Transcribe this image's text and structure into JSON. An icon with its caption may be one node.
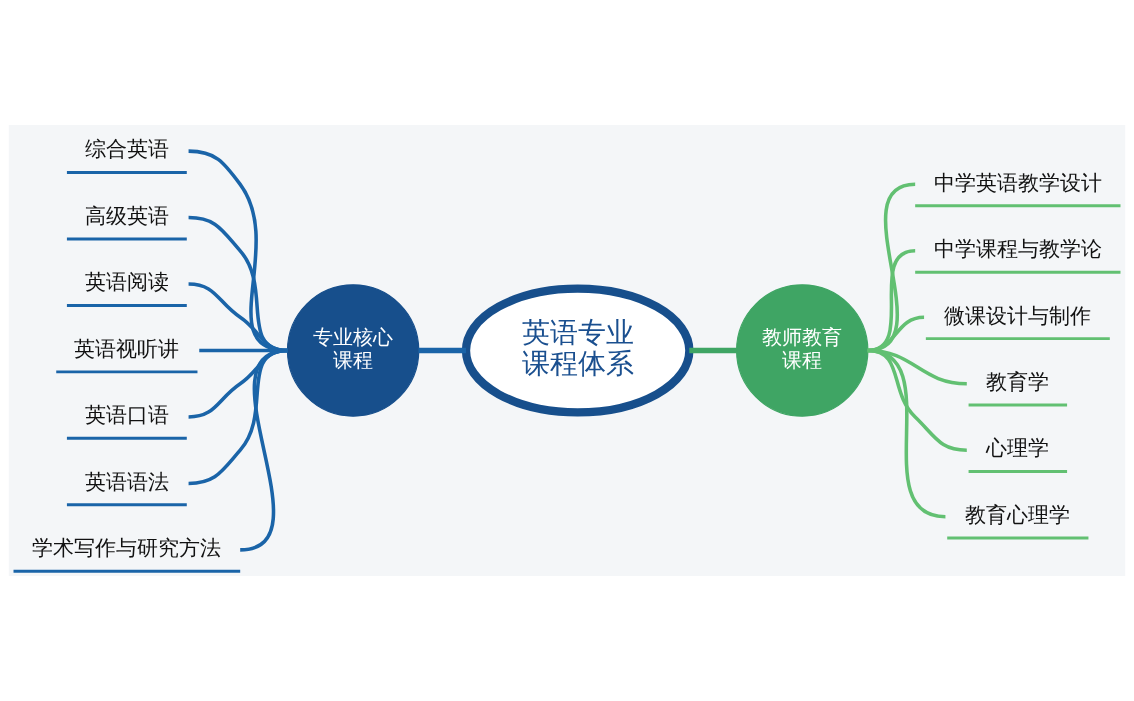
{
  "diagram": {
    "nodes": [
      {
        "text": [
          "英语专业课程体系"
        ]
      },
      {
        "text": [
          "专业核心课程"
        ]
      },
      {
        "text": [
          "综合英语"
        ]
      },
      {
        "text": [
          "高级英语"
        ]
      },
      {
        "text": [
          "英语阅读"
        ]
      },
      {
        "text": [
          "英语视听讲"
        ]
      },
      {
        "text": [
          "英语口语"
        ]
      },
      {
        "text": [
          "英语语法"
        ]
      },
      {
        "text": [
          "学术写作与研究方法"
        ]
      },
      {
        "text": [
          "教师教育课程"
        ]
      },
      {
        "text": [
          "中学英语教学设计"
        ]
      },
      {
        "text": [
          "中学课程与教学论"
        ]
      },
      {
        "text": [
          "微课设计与制作"
        ]
      },
      {
        "text": [
          "教育学"
        ]
      },
      {
        "text": [
          "心理学"
        ]
      },
      {
        "text": [
          "教育心理学"
        ]
      }
    ],
    "edges": [
      {
        "from": 0,
        "to": 1,
        "arrow": "none"
      },
      {
        "from": 1,
        "to": 2,
        "arrow": "none"
      },
      {
        "from": 1,
        "to": 3,
        "arrow": "none"
      },
      {
        "from": 1,
        "to": 4,
        "arrow": "none"
      },
      {
        "from": 1,
        "to": 5,
        "arrow": "none"
      },
      {
        "from": 1,
        "to": 6,
        "arrow": "none"
      },
      {
        "from": 1,
        "to": 7,
        "arrow": "none"
      },
      {
        "from": 1,
        "to": 8,
        "arrow": "none"
      },
      {
        "from": 0,
        "to": 9,
        "arrow": "none",
        "color": "#3fa564"
      },
      {
        "from": 9,
        "to": 10,
        "arrow": "none",
        "color": "#62c072"
      },
      {
        "from": 9,
        "to": 11,
        "arrow": "none",
        "color": "#62c072"
      },
      {
        "from": 9,
        "to": 12,
        "arrow": "none",
        "color": "#62c072"
      },
      {
        "from": 9,
        "to": 13,
        "arrow": "none",
        "color": "#62c072"
      },
      {
        "from": 9,
        "to": 14,
        "arrow": "none",
        "color": "#62c072"
      },
      {
        "from": 9,
        "to": 15,
        "arrow": "none",
        "color": "#62c072"
      }
    ]
  }
}
